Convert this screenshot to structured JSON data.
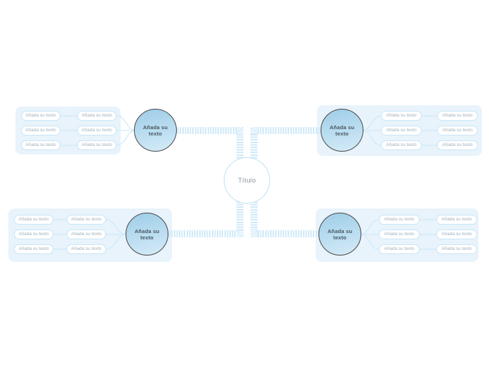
{
  "diagram": {
    "type": "mindmap",
    "center": {
      "label": "Título"
    },
    "branches": [
      {
        "position": "top-left",
        "circle_label": "Añada su texto",
        "rows": [
          {
            "outer": "Añada su texto",
            "inner": "Añada su texto"
          },
          {
            "outer": "Añada su texto",
            "inner": "Añada su texto"
          },
          {
            "outer": "Añada su texto",
            "inner": "Añada su texto"
          }
        ]
      },
      {
        "position": "top-right",
        "circle_label": "Añada su texto",
        "rows": [
          {
            "inner": "Añada su texto",
            "outer": "Añada su texto"
          },
          {
            "inner": "Añada su texto",
            "outer": "Añada su texto"
          },
          {
            "inner": "Añada su texto",
            "outer": "Añada su texto"
          }
        ]
      },
      {
        "position": "bottom-left",
        "circle_label": "Añada su texto",
        "rows": [
          {
            "outer": "Añada su texto",
            "inner": "Añada su texto"
          },
          {
            "outer": "Añada su texto",
            "inner": "Añada su texto"
          },
          {
            "outer": "Añada su texto",
            "inner": "Añada su texto"
          }
        ]
      },
      {
        "position": "bottom-right",
        "circle_label": "Añada su texto",
        "rows": [
          {
            "inner": "Añada su texto",
            "outer": "Añada su texto"
          },
          {
            "inner": "Añada su texto",
            "outer": "Añada su texto"
          },
          {
            "inner": "Añada su texto",
            "outer": "Añada su texto"
          }
        ]
      }
    ]
  },
  "colors": {
    "canvas-bg": "#ffffff",
    "panel-bg": "#e8f3fb",
    "node-fill-top": "#a3d0e9",
    "node-fill-bottom": "#d2eaf7",
    "node-border": "#474747",
    "node-text": "#47565f",
    "center-border": "#c1e1f3",
    "center-text": "#8d9499",
    "pill-bg": "#ffffff",
    "pill-border": "#c9e6f6",
    "pill-text": "#a0b1bd",
    "connector": "#cfe9f8"
  }
}
